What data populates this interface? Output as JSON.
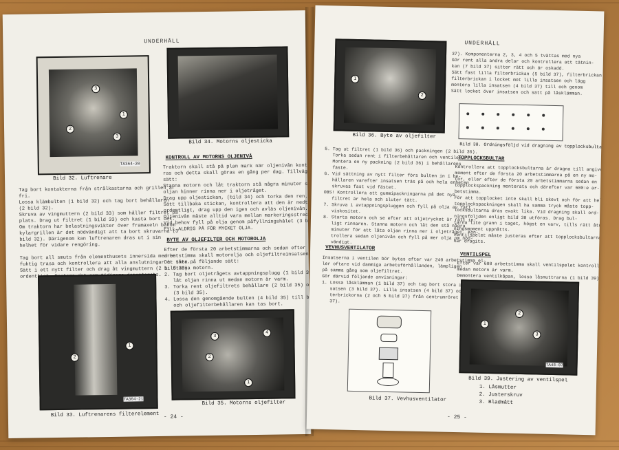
{
  "left_page": {
    "header": "UNDERHÅLL",
    "page_number": "- 24 -",
    "fig32_caption": "Bild 32.  Luftrenare",
    "fig33_caption": "Bild 33.  Luftrenarens filterelement",
    "fig34_caption": "Bild 34.  Motorns oljesticka",
    "fig35_caption": "Bild 35.  Motorns oljefilter",
    "section_oil_check": "KONTROLL AV MOTORNS OLJENIVÅ",
    "section_oil_change": "BYTE AV OLJEFILTER OCH MOTOROLJA",
    "fig_code_32": "TA364-20",
    "fig_code_33": "TA364-21",
    "text_col1": "Tag bort kontakterna från strålkastarna och grillen är\nfri.\nLossa klämbulten (1 bild 32) och tag bort behållaren\n(2 bild 32).\nSkruva av vingmuttern (2 bild 33) som håller filtret på\nplats. Drag ut filtret (1 bild 33) och kasta bort det.\nOm traktorn har belastningsvikter över framaxeln bakom\nkylargrillen är det nödvändigt att ta bort skruvarna (3\nbild 32). Därigenom kan luftrenaren dras ut i sin\nhelhet för vidare rengöring.\n\nTag bort all smuts från elementhusets innersida med en\nfuktig trasa och kontrollera att alla anslutningar är täta.\nSätt i ett nytt filter och drag åt vingmuttern (2 bild 33)\nordentligt. Montera det som tidigare demonterats.",
    "text_col2": "Traktorn skall stå på plan mark när oljenivån kontrolle-\nras och detta skall göras en gång per dag. Tillvägagångs-\nsätt:\nStanna motorn och låt traktorn stå några minuter så att\noljan hinner rinna ner i oljetråget.\nDrag upp oljestickan, (bild 34) och torka den ren.\nSätt tillbaka stickan, kontrollera att den är nedtryckt\nordentligt, drag upp den igen och avläs oljenivån.\nOljenivån måste alltid vara mellan markeringsstrecken.\nVid behov fyll på olja genom påfyllningshålet (3 bild 5).\nFYLL ALDRIG PÅ FÖR MYCKET OLJA.",
    "text_col2b": "Efter de första 20 arbetstimmarna och sedan efter var 120\narbetstimma skall motorolja och oljefiltreinsatsen bytas\nDet sker på följande sätt:\n1. Stanna motorn.\n2. Tag bort oljetrågets avtappningsplugg (1 bild 35) och\n   låt oljan rinna ut medan motorn är varm.\n3. Torka rent oljefiltrets behållare (2 bild 35) och fäste\n   (3 bild 35).\n4. Lossa den genomgående bulten (4 bild 35) till bulten\n   och oljefilterbehållaren kan tas bort."
  },
  "right_page": {
    "header": "UNDERHÅLL",
    "page_number": "- 25 -",
    "fig36_caption": "Bild 36.  Byte av oljefilter",
    "fig37_caption": "Bild 37.  Vevhusventilator",
    "fig38_caption": "Bild 38.  Ordningsföljd vid dragning av topplocksbultarna",
    "fig39_caption": "Bild 39.  Justering av ventilspel",
    "section_vent": "VEVHUSVENTILATOR",
    "section_head": "TOPPLOCKSBULTAR",
    "section_valve": "VENTILSPEL",
    "text_top": "5. Tag ut filtret (1 bild 36) och packningen (2 bild 36).\n   Torka sedan rent i filterbehållaren och ventilen.\n   Montera en ny packning (2 bild 36) i behållarens\n   fäste.\n6. Vid sättning av nytt filter förs bulten in i be-\n   hållaren varefter insatsen träs på och hela enheten\n   skruvas fast vid fästet.\nOBS! Kontrollera att gummipackningarna på det nya\n   filtret är hela och sluter tätt.\n7. Skruva i avtappningspluggen och fyll på olja av rätt\n   viskositet.\n8. Starta motorn och se efter att oljetrycket är rätt in-\n   ligt rinnaren. Stanna motorn och låt den stå några\n   minuter för att låta oljan rinna ner i oljetråget. Kon-\n   trollera sedan oljenivån och fyll på mer olja om nöd-\n   vändigt.",
    "text_vent": "Insatserna i ventilen bör bytas efter var 240 arbetstimma el-\nler oftare vid dammiga arbetsförhållanden, lämpligen\npå samma gång som oljefiltret.\nGör därvid följande anvisningar:\n1. Lossa låsklämman (1 bild 37) och tag bort stora in-\n   satsen (3 bild 37). Lilla insatsen (4 bild 37) och fil-\n   terbrickorna (2 och 5 bild 37) från centrumröret (6 bild\n   37).",
    "text_topright": "37). Komponenterna 2, 3, 4 och 5 tvättas med nya\nGör rent alla andra delar och kontrollera att tätnin-\nkan (7 bild 37) sitter rätt och är oskadd.\nSätt fast lilla filterbrickan (5 bild 37), filterbrickan\nfilterbrickan i locket mot lilla insatsen och lägg\nmontera lilla insatsen (4 bild 37) till och genom\nSätt locket över insatsen och sätt på låsklämman.",
    "text_head": "Kontrollera att topplocksbultarna är dragna till angivet\nmoment efter de första 20 arbetstimmarna på en ny mo-\ntor, eller efter de första 20 arbetstimmarna sedan en\ntopplockspackning monterats och därefter var 600:e ar-\nbetstimma.\nFör att topplocket inte skall bli skevt och för att hela\ntopplockspackningen skall ha samma tryck måste topp-\nlocksbultarna dras exakt lika. Vid dragning skall ord-\nningsföljden enligt bild 38 utföras. Drag bul-\ntarna lite grann i taget, högst en varv, tills rätt åtdrag-\nningsmoment uppnåtts.\nVentilspelet måste justeras efter att topplocksbultarna\nhar dragits.",
    "text_valve": "Efter var 600 arbetstimma skall ventilspelet kontrolleras\nmedan motorn är varm.\nDemontera ventilkåpan, lossa låsmuttrarna (1 bild 39)",
    "legend_1": "1.  Låsmutter",
    "legend_2": "2.  Justerskruv",
    "legend_3": "3.  Bladmått",
    "fig_code_39": "TA48-07"
  }
}
